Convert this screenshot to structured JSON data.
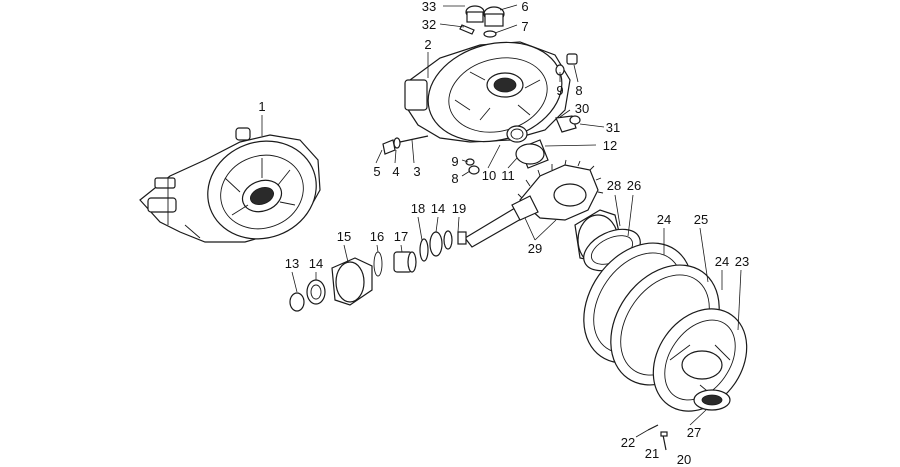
{
  "callouts": [
    {
      "id": "c1",
      "text": "1"
    },
    {
      "id": "c2",
      "text": "2"
    },
    {
      "id": "c3",
      "text": "3"
    },
    {
      "id": "c4",
      "text": "4"
    },
    {
      "id": "c5",
      "text": "5"
    },
    {
      "id": "c6",
      "text": "6"
    },
    {
      "id": "c7",
      "text": "7"
    },
    {
      "id": "c8a",
      "text": "8"
    },
    {
      "id": "c8b",
      "text": "8"
    },
    {
      "id": "c9a",
      "text": "9"
    },
    {
      "id": "c9b",
      "text": "9"
    },
    {
      "id": "c10",
      "text": "10"
    },
    {
      "id": "c11",
      "text": "11"
    },
    {
      "id": "c12",
      "text": "12"
    },
    {
      "id": "c13",
      "text": "13"
    },
    {
      "id": "c14a",
      "text": "14"
    },
    {
      "id": "c14b",
      "text": "14"
    },
    {
      "id": "c15",
      "text": "15"
    },
    {
      "id": "c16",
      "text": "16"
    },
    {
      "id": "c17",
      "text": "17"
    },
    {
      "id": "c18",
      "text": "18"
    },
    {
      "id": "c19",
      "text": "19"
    },
    {
      "id": "c20",
      "text": "20"
    },
    {
      "id": "c21",
      "text": "21"
    },
    {
      "id": "c22",
      "text": "22"
    },
    {
      "id": "c23",
      "text": "23"
    },
    {
      "id": "c24a",
      "text": "24"
    },
    {
      "id": "c24b",
      "text": "24"
    },
    {
      "id": "c25",
      "text": "25"
    },
    {
      "id": "c26",
      "text": "26"
    },
    {
      "id": "c27",
      "text": "27"
    },
    {
      "id": "c28",
      "text": "28"
    },
    {
      "id": "c29",
      "text": "29"
    },
    {
      "id": "c30",
      "text": "30"
    },
    {
      "id": "c31",
      "text": "31"
    },
    {
      "id": "c32",
      "text": "32"
    },
    {
      "id": "c33",
      "text": "33"
    }
  ]
}
